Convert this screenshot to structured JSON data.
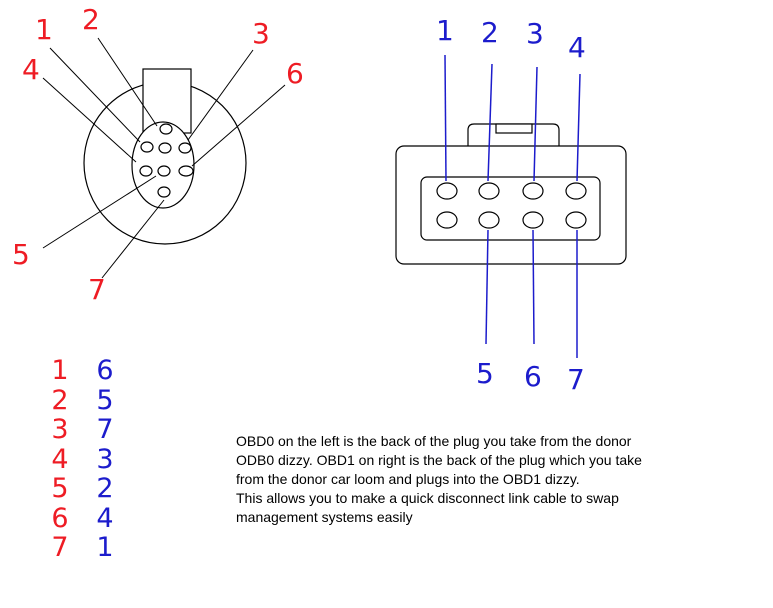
{
  "colors": {
    "obd0_pin_labels": "#ee1c24",
    "obd1_pin_labels": "#1c1ccc",
    "lines": "#000000"
  },
  "obd0": {
    "pins": [
      "1",
      "2",
      "3",
      "4",
      "5",
      "6",
      "7"
    ]
  },
  "obd1": {
    "pins": [
      "1",
      "2",
      "3",
      "4",
      "5",
      "6",
      "7"
    ]
  },
  "mapping": {
    "obd0": [
      "1",
      "2",
      "3",
      "4",
      "5",
      "6",
      "7"
    ],
    "obd1": [
      "6",
      "5",
      "7",
      "3",
      "2",
      "4",
      "1"
    ]
  },
  "note": [
    "OBD0 on the left is the back of the plug you take from the donor ODB0 dizzy. OBD1 on right is the back of the plug which you take from the donor car loom and plugs into the OBD1 dizzy.",
    "This allows you to make a quick disconnect link cable to swap management systems easily"
  ]
}
